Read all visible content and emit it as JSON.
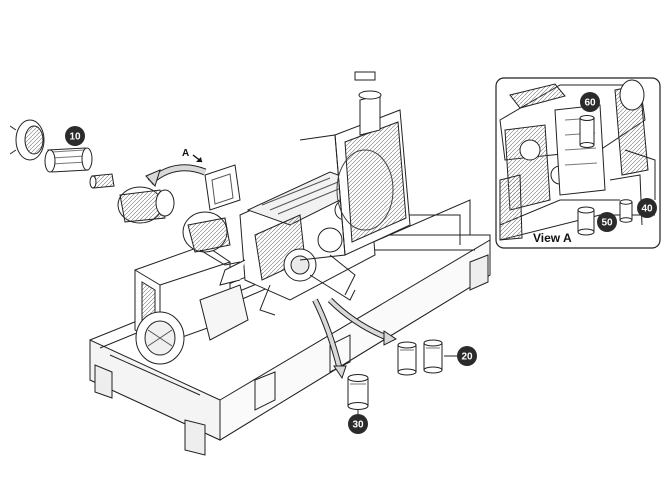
{
  "callouts": {
    "c10": "10",
    "c20": "20",
    "c30": "30",
    "c40": "40",
    "c50": "50",
    "c60": "60"
  },
  "labels": {
    "view_marker": "A",
    "view_caption": "View A"
  },
  "colors": {
    "callout_fill": "#2b2b2b",
    "line": "#222222",
    "arrow_fill": "#d9d9d9"
  }
}
